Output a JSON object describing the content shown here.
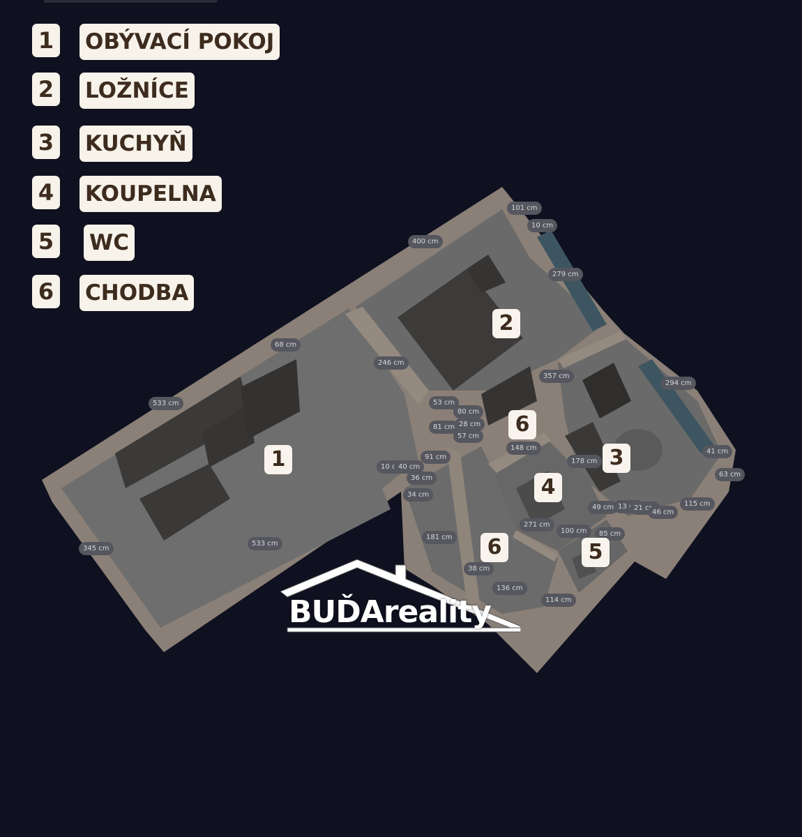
{
  "legend": [
    {
      "num": "1",
      "label": "OBÝVACÍ POKOJ"
    },
    {
      "num": "2",
      "label": "LOŽNÍCE"
    },
    {
      "num": "3",
      "label": "KUCHYŇ"
    },
    {
      "num": "4",
      "label": "KOUPELNA"
    },
    {
      "num": "5",
      "label": "WC"
    },
    {
      "num": "6",
      "label": "CHODBA"
    }
  ],
  "room_tags": [
    "1",
    "2",
    "3",
    "4",
    "5",
    "6",
    "6"
  ],
  "dimensions": [
    "101 cm",
    "10 cm",
    "400 cm",
    "279 cm",
    "68 cm",
    "246 cm",
    "357 cm",
    "294 cm",
    "533 cm",
    "53 cm",
    "80 cm",
    "81 cm",
    "28 cm",
    "57 cm",
    "148 cm",
    "91 cm",
    "178 cm",
    "41 cm",
    "63 cm",
    "10 cm",
    "40 cm",
    "36 cm",
    "34 cm",
    "49 cm",
    "13 cm",
    "21 cm",
    "46 cm",
    "115 cm",
    "271 cm",
    "100 cm",
    "85 cm",
    "181 cm",
    "345 cm",
    "533 cm",
    "38 cm",
    "136 cm",
    "114 cm"
  ],
  "logo": {
    "brand": "BUĎAreality"
  },
  "colors": {
    "background": "#0f1120",
    "legend_bg": "#f7f2ea",
    "legend_text": "#3d2c1e",
    "wall": "#8b8077",
    "floor": "#6d6d6d",
    "furniture": "#3b3a38",
    "accent_wall": "#3d5560"
  }
}
